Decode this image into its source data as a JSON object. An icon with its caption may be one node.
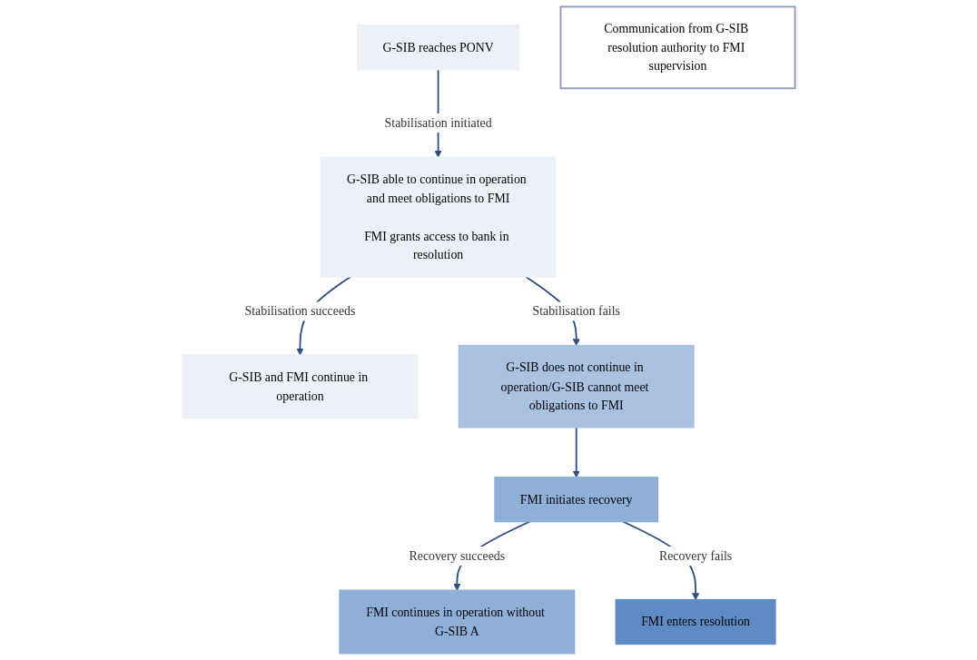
{
  "diagram": {
    "nodes": [
      {
        "text": [
          "G-SIB reaches PONV"
        ]
      },
      {
        "text": [
          "G-SIB able to continue in operation and meet obligations to FMI",
          "FMI grants access to bank in resolution"
        ]
      },
      {
        "text": [
          "G-SIB and FMI continue in operation"
        ]
      },
      {
        "text": [
          "Communication from G-SIB resolution authority to FMI supervision"
        ]
      },
      {
        "text": [
          "G-SIB does not continue in operation/G-SIB cannot meet obligations to FMI"
        ]
      },
      {
        "text": [
          "FMI initiates recovery"
        ]
      },
      {
        "text": [
          "FMI continues in operation without G-SIB A"
        ]
      },
      {
        "text": [
          "FMI enters resolution"
        ]
      }
    ],
    "edges": [
      {
        "from": 0,
        "to": 1,
        "arrow": "to",
        "label": "Stabilisation initiated"
      },
      {
        "from": 1,
        "to": 2,
        "arrow": "to",
        "label": "Stabilisation succeeds"
      },
      {
        "from": 1,
        "to": 4,
        "arrow": "to",
        "label": "Stabilisation fails"
      },
      {
        "from": 4,
        "to": 5,
        "arrow": "to"
      },
      {
        "from": 5,
        "to": 6,
        "arrow": "to",
        "label": "Recovery succeeds"
      },
      {
        "from": 5,
        "to": 7,
        "arrow": "to",
        "label": "Recovery fails"
      }
    ]
  }
}
